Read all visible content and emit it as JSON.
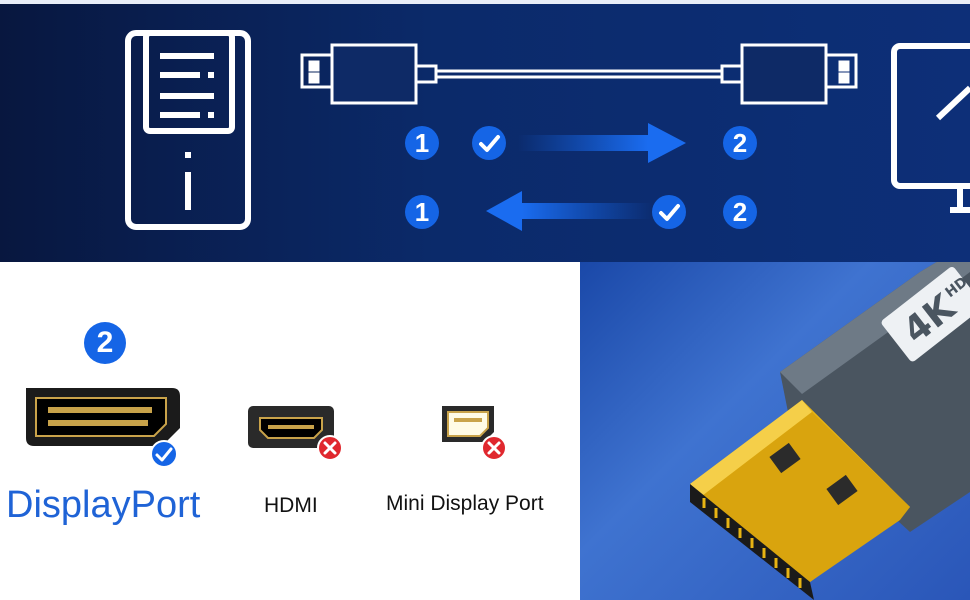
{
  "diagram": {
    "row1": {
      "left_number": "1",
      "right_number": "2"
    },
    "row2": {
      "left_number": "1",
      "right_number": "2"
    }
  },
  "ports": {
    "selected_number": "2",
    "displayport_label": "DisplayPort",
    "hdmi_label": "HDMI",
    "mini_dp_label": "Mini Display Port"
  },
  "connector": {
    "logo_text": "4K",
    "sub_text": "HD"
  },
  "colors": {
    "accent_blue": "#1565e6",
    "reject_red": "#e0282e",
    "gold": "#e8b413"
  },
  "icons": {
    "pc": "desktop-tower-icon",
    "monitor": "monitor-icon",
    "check": "check-icon",
    "reject": "x-icon",
    "arrow_right": "arrow-right-icon",
    "arrow_left": "arrow-left-icon"
  }
}
